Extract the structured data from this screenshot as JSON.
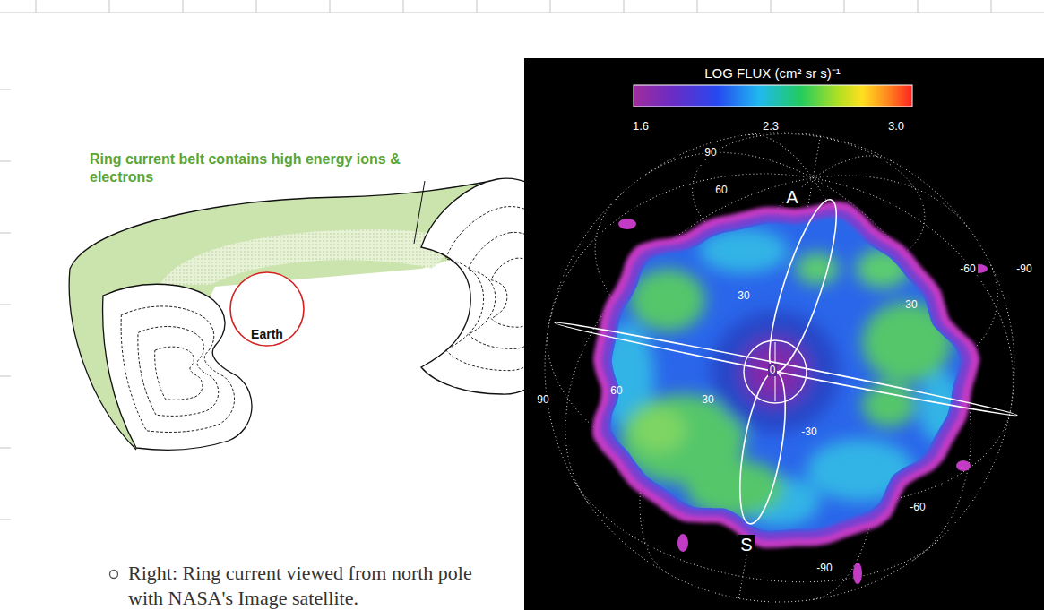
{
  "diagram": {
    "caption": "Right: Ring current viewed from north pole with NASA's Image satellite.",
    "nodes": [
      {
        "text": [
          "Earth"
        ]
      }
    ],
    "labels": [
      "Ring current belt contains high energy ions & electrons",
      "LOG FLUX (cm² sr s)⁻¹",
      "1.6",
      "2.3",
      "3.0",
      "90",
      "60",
      "A",
      "30",
      "-90",
      "-60",
      "-30",
      "0",
      "30",
      "60",
      "90",
      "-30",
      "-60",
      "S",
      "-90"
    ]
  }
}
